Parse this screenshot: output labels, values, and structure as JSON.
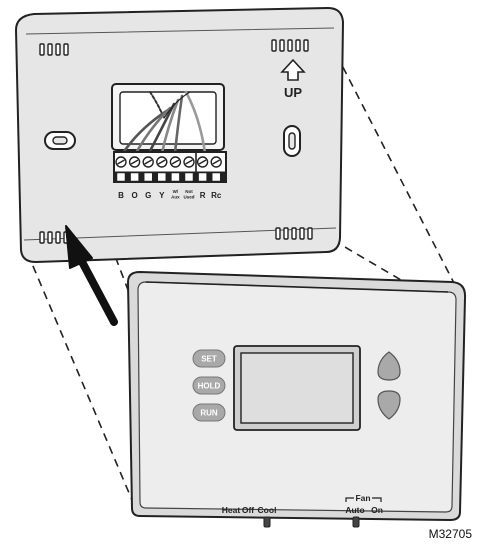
{
  "backplate": {
    "up_label": "UP",
    "terminals": [
      {
        "label": "B"
      },
      {
        "label": "O"
      },
      {
        "label": "G"
      },
      {
        "label": "Y"
      },
      {
        "label": "W/\nAux"
      },
      {
        "label": "Not\nUsed"
      },
      {
        "label": "R"
      },
      {
        "label": "Rc"
      }
    ]
  },
  "thermostat": {
    "buttons": [
      {
        "label": "SET"
      },
      {
        "label": "HOLD"
      },
      {
        "label": "RUN"
      }
    ],
    "system_switch": {
      "options": [
        "Heat",
        "Off",
        "Cool"
      ]
    },
    "fan_switch": {
      "title": "Fan",
      "options": [
        "Auto",
        "On"
      ]
    }
  },
  "figure_id": "M32705",
  "colors": {
    "outline": "#222222",
    "plate_fill": "#e6e6e6",
    "face_fill": "#ededed",
    "button_fill": "#a9a9a9",
    "display_fill": "#d6d6d6"
  }
}
